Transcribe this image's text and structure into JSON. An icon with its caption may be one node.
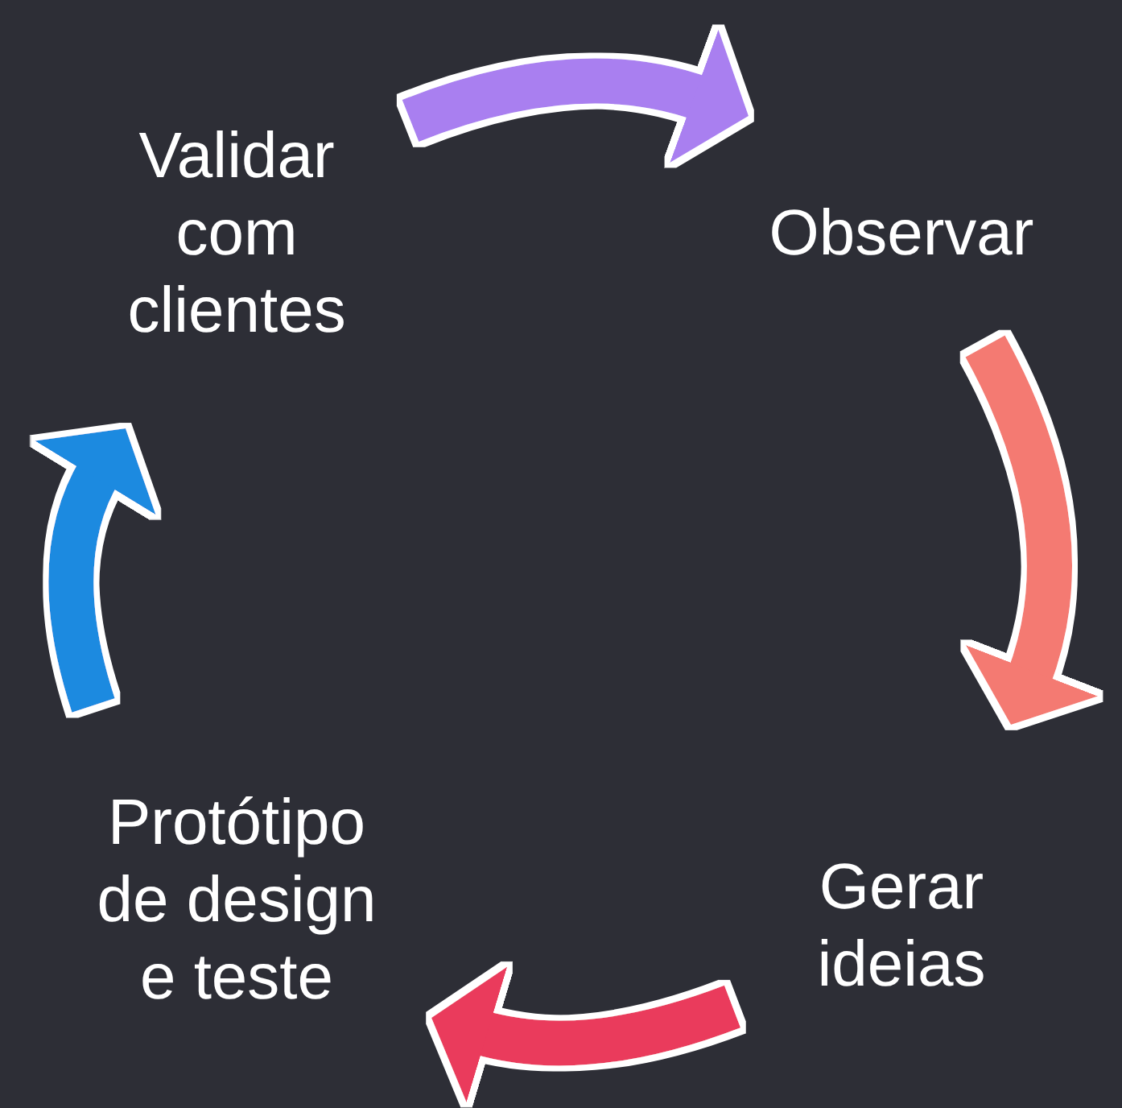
{
  "diagram": {
    "nodes": [
      {
        "text": [
          "Validar com clientes"
        ]
      },
      {
        "text": [
          "Observar"
        ]
      },
      {
        "text": [
          "Gerar ideias"
        ]
      },
      {
        "text": [
          "Protótipo de design e teste"
        ]
      }
    ],
    "edges": [
      {
        "from": 0,
        "to": 1,
        "arrow": "to",
        "color": "#a97ff0"
      },
      {
        "from": 1,
        "to": 2,
        "arrow": "to",
        "color": "#f47a72"
      },
      {
        "from": 2,
        "to": 3,
        "arrow": "to",
        "color": "#ea3a5c"
      },
      {
        "from": 3,
        "to": 0,
        "arrow": "to",
        "color": "#1f8ae0"
      }
    ]
  }
}
